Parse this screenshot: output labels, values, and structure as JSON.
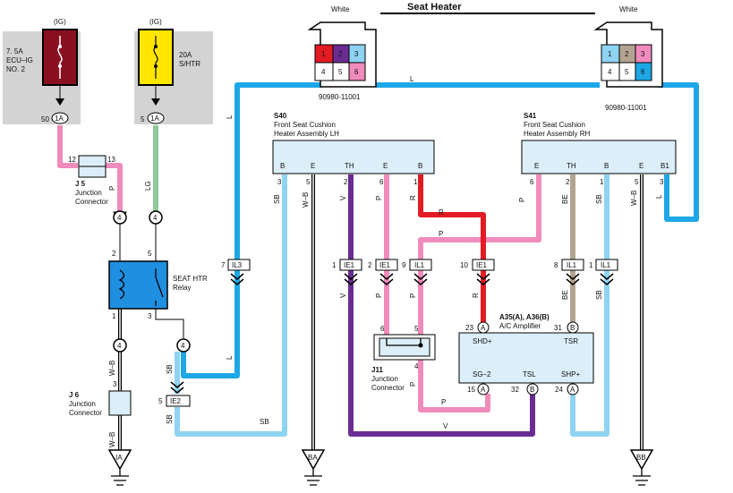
{
  "title": "Seat Heater",
  "colors": {
    "L": "#1ea7e6",
    "SB": "#8fd3f2",
    "P": "#f08bbc",
    "LG": "#8cc99a",
    "V": "#6a2c91",
    "R": "#e31b23",
    "BE": "#b3a491",
    "WB": "#000000",
    "relay_fill": "#1f8fe0",
    "fuse_ecu": "#8a1020",
    "fuse_shtr": "#ffe600",
    "shade": "#d3d3d3"
  },
  "fuses": [
    {
      "ign": "(IG)",
      "rating": "7. 5A",
      "name_lines": [
        "ECU–IG",
        "NO. 2"
      ],
      "pin": "50",
      "conn": "1A"
    },
    {
      "ign": "(IG)",
      "rating": "20A",
      "name_lines": [
        "S/HTR"
      ],
      "pin": "5",
      "conn": "1A"
    }
  ],
  "connectors_top": [
    {
      "color_label": "White",
      "part": "90980-11001",
      "pins": [
        "1",
        "2",
        "3",
        "4",
        "5",
        "6"
      ]
    },
    {
      "color_label": "White",
      "part": "90980-11001",
      "pins": [
        "1",
        "2",
        "3",
        "4",
        "5",
        "6"
      ]
    }
  ],
  "heaters": [
    {
      "id": "S40",
      "lines": [
        "Front Seat Cushion",
        "Heater Assembly LH"
      ],
      "terms": [
        "B",
        "E",
        "TH",
        "E",
        "B"
      ],
      "pins": [
        "3",
        "5",
        "2",
        "6",
        "1"
      ]
    },
    {
      "id": "S41",
      "lines": [
        "Front Seat Cushion",
        "Heater Assembly RH"
      ],
      "terms": [
        "E",
        "TH",
        "B",
        "E",
        "B1"
      ],
      "pins": [
        "6",
        "2",
        "1",
        "5",
        "3"
      ]
    }
  ],
  "j5": {
    "id": "J 5",
    "lines": [
      "Junction",
      "Connector"
    ],
    "pins": [
      "12",
      "13"
    ]
  },
  "j6": {
    "id": "J 6",
    "lines": [
      "Junction",
      "Connector"
    ],
    "pin": "3"
  },
  "j11": {
    "id": "J11",
    "lines": [
      "Junction",
      "Connector"
    ],
    "pins": [
      "6",
      "5",
      "4"
    ]
  },
  "relay": {
    "name_lines": [
      "SEAT HTR",
      "Relay"
    ],
    "pins": [
      "2",
      "5",
      "1",
      "3"
    ]
  },
  "amp": {
    "id": "A35(A), A36(B)",
    "name": "A/C Amplifier",
    "terms": [
      "SHD+",
      "TSR",
      "SG–2",
      "TSL",
      "SHP+"
    ],
    "pins": [
      {
        "num": "23",
        "conn": "A"
      },
      {
        "num": "31",
        "conn": "B"
      },
      {
        "num": "15",
        "conn": "A"
      },
      {
        "num": "32",
        "conn": "B"
      },
      {
        "num": "24",
        "conn": "A"
      }
    ]
  },
  "inline": [
    {
      "pin": "7",
      "name": "IL3"
    },
    {
      "pin": "1",
      "name": "IE1"
    },
    {
      "pin": "2",
      "name": "IE1"
    },
    {
      "pin": "9",
      "name": "IL1"
    },
    {
      "pin": "10",
      "name": "IE1"
    },
    {
      "pin": "8",
      "name": "IL1"
    },
    {
      "pin": "1",
      "name": "IL1"
    },
    {
      "pin": "5",
      "name": "IE2"
    }
  ],
  "circles": [
    "4",
    "4",
    "4",
    "4"
  ],
  "grounds": [
    "IA",
    "BA",
    "BB"
  ],
  "wire_labels": [
    "P",
    "LG",
    "W–B",
    "W–B",
    "SB",
    "SB",
    "L",
    "L",
    "SB",
    "W–B",
    "V",
    "P",
    "R",
    "R",
    "P",
    "P",
    "V",
    "P",
    "P",
    "R",
    "V",
    "P",
    "P",
    "BE",
    "SB",
    "W–B",
    "L",
    "BE",
    "SB",
    "SB",
    "L"
  ]
}
